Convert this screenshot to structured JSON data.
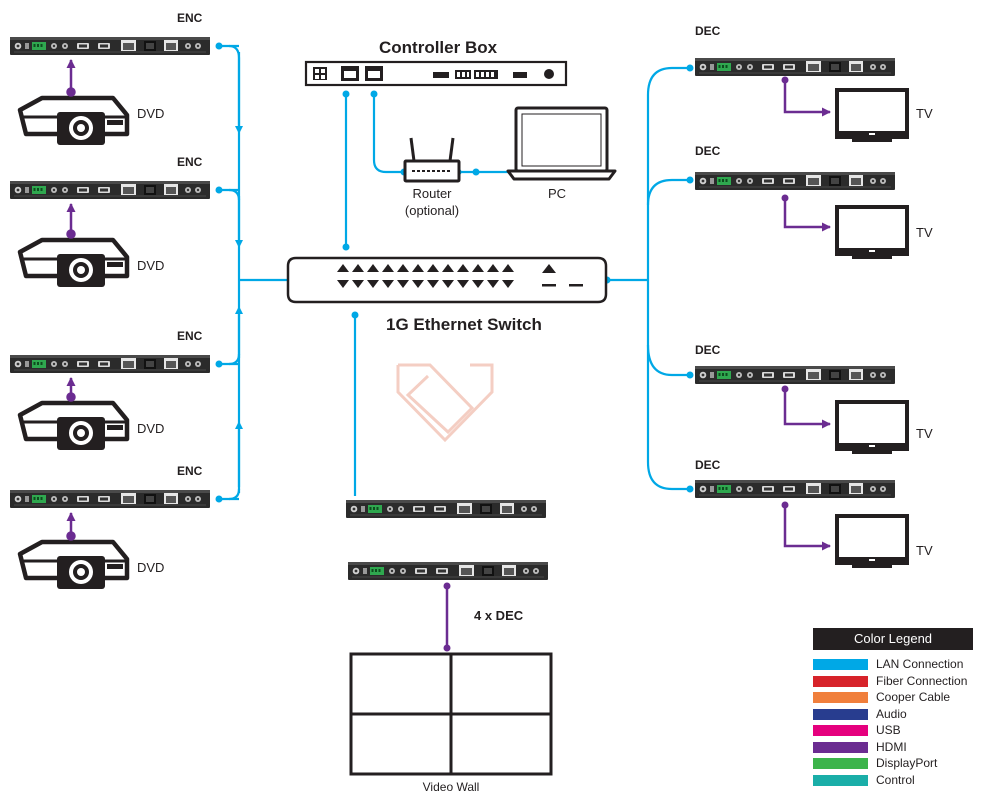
{
  "encoders": {
    "label": "ENC",
    "source_label": "DVD"
  },
  "decoders": {
    "label": "DEC",
    "display_label": "TV"
  },
  "controller": {
    "label": "Controller Box"
  },
  "router": {
    "label": "Router",
    "sublabel": "(optional)"
  },
  "pc": {
    "label": "PC"
  },
  "switch": {
    "label": "1G Ethernet Switch"
  },
  "video_wall": {
    "decoder_count_label": "4 x DEC",
    "label": "Video Wall"
  },
  "legend": {
    "title": "Color Legend",
    "items": [
      {
        "label": "LAN Connection",
        "color": "#00a8e6"
      },
      {
        "label": "Fiber Connection",
        "color": "#d7232a"
      },
      {
        "label": "Cooper Cable",
        "color": "#f07f3c"
      },
      {
        "label": "Audio",
        "color": "#283d8f"
      },
      {
        "label": "USB",
        "color": "#e5007e"
      },
      {
        "label": "HDMI",
        "color": "#6b2c91"
      },
      {
        "label": "DisplayPort",
        "color": "#3cb44b"
      },
      {
        "label": "Control",
        "color": "#1aaea8"
      }
    ]
  },
  "colors": {
    "lan": "#00a8e6",
    "hdmi": "#6b2c91",
    "device": "#231f20",
    "watermark": "#f3c9bd"
  }
}
